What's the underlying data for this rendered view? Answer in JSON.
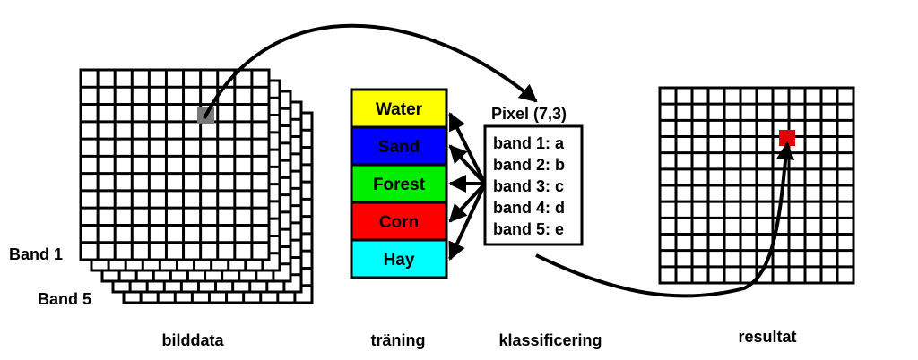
{
  "colors": {
    "line": "#000000",
    "background": "#ffffff",
    "selected_pixel": "#777777",
    "result_pixel": "#e00000"
  },
  "image_data": {
    "band_first_label": "Band 1",
    "band_last_label": "Band 5",
    "caption": "bilddata"
  },
  "training": {
    "classes": [
      {
        "label": "Water",
        "color": "#ffff00"
      },
      {
        "label": "Sand",
        "color": "#0000ff"
      },
      {
        "label": "Forest",
        "color": "#00ee00"
      },
      {
        "label": "Corn",
        "color": "#ff0000"
      },
      {
        "label": "Hay",
        "color": "#00ffff"
      }
    ],
    "caption": "träning"
  },
  "pixel": {
    "title": "Pixel (7,3)",
    "bands": [
      "band 1: a",
      "band 2: b",
      "band 3: c",
      "band 4: d",
      "band 5: e"
    ],
    "caption": "klassificering"
  },
  "result": {
    "caption": "resultat"
  }
}
